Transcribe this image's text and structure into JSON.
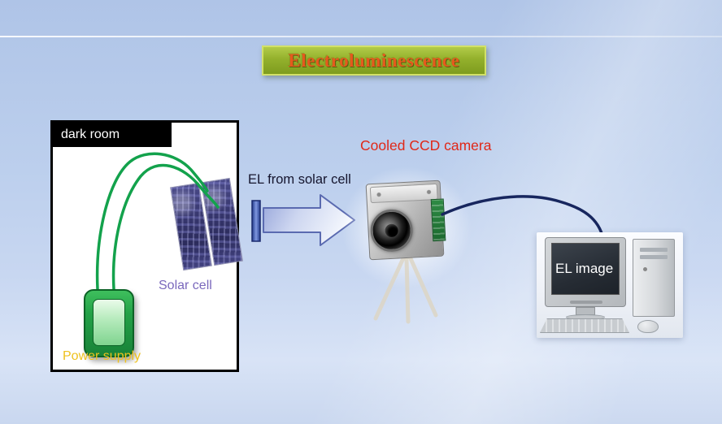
{
  "title_banner": {
    "text": "Electroluminescence"
  },
  "dark_room": {
    "header": "dark room",
    "solar_cell_label": "Solar cell",
    "power_supply_label": "Power supply"
  },
  "el_arrow": {
    "label": "EL from solar cell"
  },
  "ccd_camera": {
    "label": "Cooled CCD camera"
  },
  "computer": {
    "screen_text": "EL image"
  },
  "colors": {
    "background_blue": "#bccfed",
    "title_text": "#e6591d",
    "title_box_green": "#93b02c",
    "title_border": "#d2e168",
    "camera_label_red": "#e02818",
    "solar_cell_purple": "#7a68bc",
    "power_supply_yellow": "#eec11e",
    "wire_green": "#13a24c",
    "cable_navy": "#17265e",
    "arrow_blue": "#96a5da"
  }
}
